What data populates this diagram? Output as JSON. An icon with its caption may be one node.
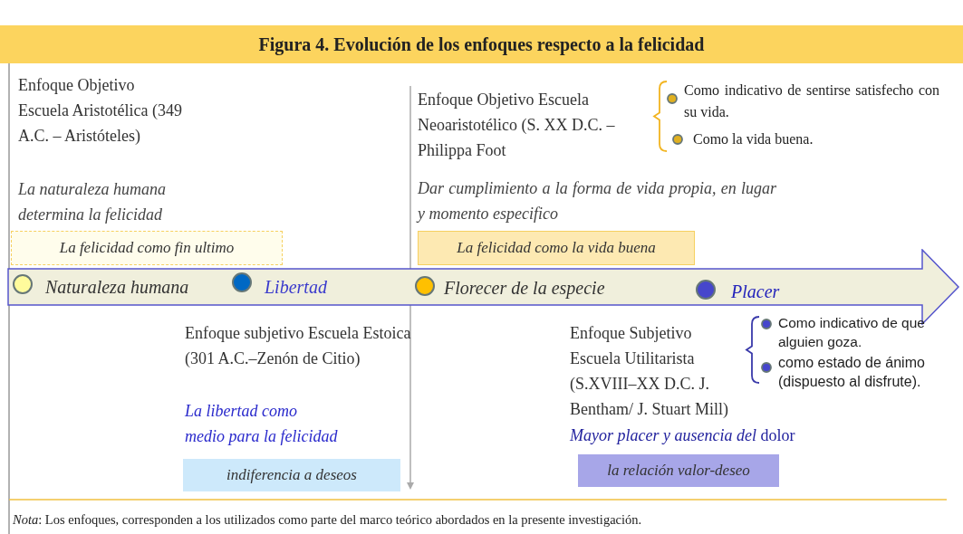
{
  "diagram": {
    "title": "Figura 4. Evolución de los enfoques respecto a la felicidad",
    "caption": "*Nota*: Los enfoques, corresponden a los utilizados como parte del marco teórico abordados en la presente investigación.",
    "nodes": [
      {
        "text": [
          "La felicidad como fin ultimo"
        ]
      },
      {
        "text": [
          "La felicidad como la vida buena"
        ]
      },
      {
        "text": [
          "Naturaleza humana",
          "Libertad",
          "Florecer de la especie",
          "Placer"
        ]
      },
      {
        "text": [
          "indiferencia a deseos"
        ]
      },
      {
        "text": [
          "la relación valor-deseo"
        ]
      }
    ],
    "edges": [],
    "labels": [
      "Enfoque Objetivo Escuela Aristotélica (349 A.C. – Aristóteles)",
      "La naturaleza humana determina la felicidad",
      "Enfoque Objetivo Escuela Neoaristotélico (S. XX D.C. –Philippa Foot",
      "Como indicativo de sentirse satisfecho con su vida.",
      "Como la vida buena.",
      "Dar cumplimiento a la forma de vida propia, en lugar y momento especifico",
      "Enfoque subjetivo Escuela Estoica (301 A.C.–Zenón de Citio)",
      "La libertad como medio para la felicidad",
      "Enfoque Subjetivo Escuela Utilitarista (S.XVIII–XX D.C. J. Bentham/ J. Stuart Mill)",
      "*Mayor placer y ausencia del* dolor",
      "Como indicativo de que alguien goza.",
      "como estado de ánimo (dispuesto al disfrute)."
    ]
  }
}
